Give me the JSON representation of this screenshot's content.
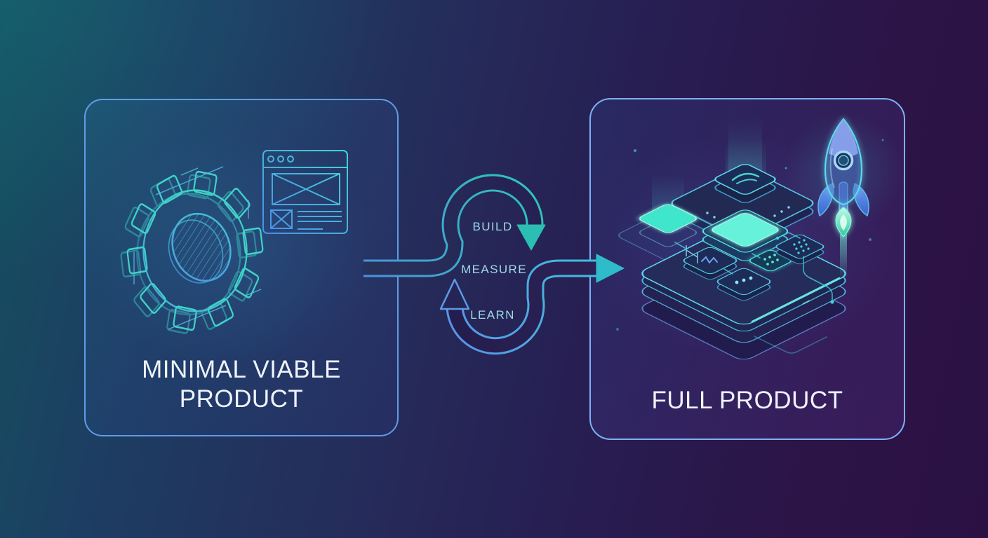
{
  "mvp": {
    "title_line1": "MINIMAL VIABLE",
    "title_line2": "PRODUCT"
  },
  "full": {
    "title": "FULL PRODUCT"
  },
  "loop": {
    "build": "BUILD",
    "measure": "MEASURE",
    "learn": "LEARN"
  },
  "icons": {
    "left_panel": [
      "gear-icon",
      "browser-wireframe-icon"
    ],
    "center": [
      "build-loop-arrow",
      "learn-loop-arrow",
      "flow-arrow"
    ],
    "right_panel": [
      "platform-stack-icon",
      "glow-cube-icon",
      "rocket-icon"
    ]
  },
  "colors": {
    "background_teal": "#14505f",
    "background_purple": "#2b1143",
    "panel_border_left": "#5f9ce8",
    "panel_border_right": "#7fb0f5",
    "pipe_teal": "#2fc4c9",
    "pipe_blue": "#5b9ae6",
    "loop_label": "#9fd9e9",
    "title_text": "#eef2fb",
    "glow_teal": "#3fe8cc"
  }
}
